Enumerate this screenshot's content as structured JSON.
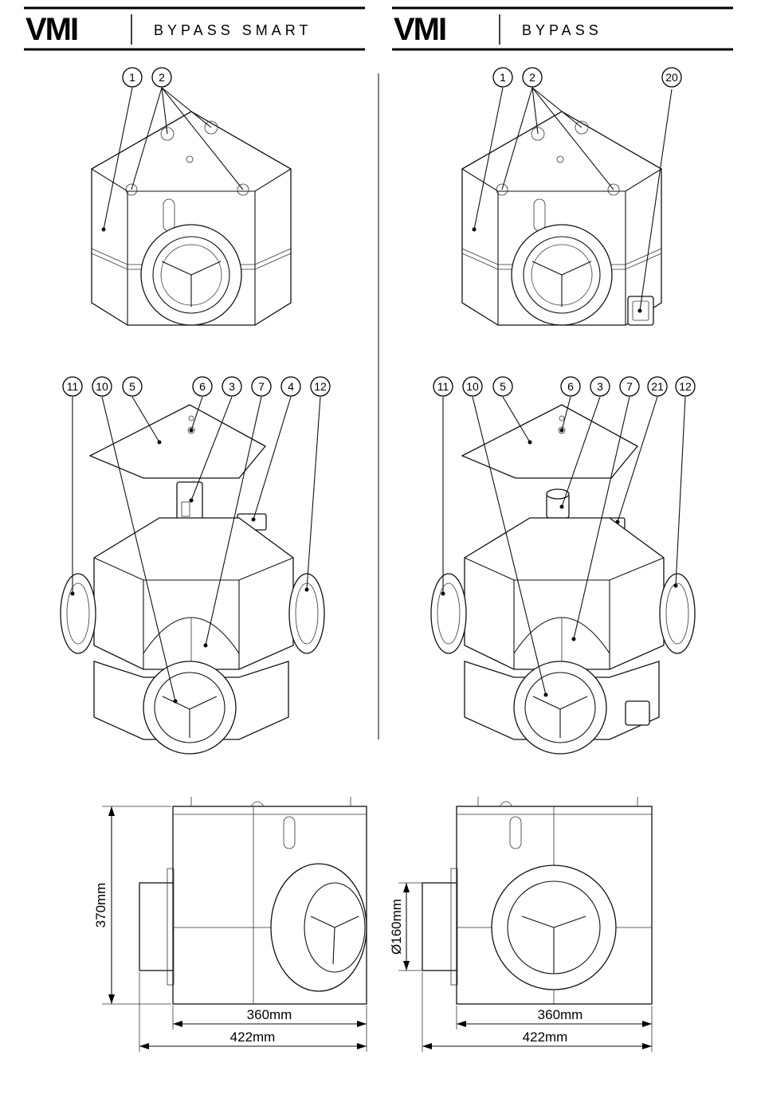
{
  "header_left": {
    "brand": "VMI",
    "product": "BYPASS SMART"
  },
  "header_right": {
    "brand": "VMI",
    "product": "BYPASS"
  },
  "callouts_top_left": [
    "1",
    "2"
  ],
  "callouts_top_right": [
    "1",
    "2",
    "20"
  ],
  "callouts_mid_left": [
    "11",
    "10",
    "5",
    "6",
    "3",
    "7",
    "4",
    "12"
  ],
  "callouts_mid_right": [
    "11",
    "10",
    "5",
    "6",
    "3",
    "7",
    "21",
    "12"
  ],
  "dimensions_left": {
    "height": "370mm",
    "width_inner": "360mm",
    "width_outer": "422mm"
  },
  "dimensions_right": {
    "diameter": "Ø160mm",
    "width_inner": "360mm",
    "width_outer": "422mm"
  }
}
